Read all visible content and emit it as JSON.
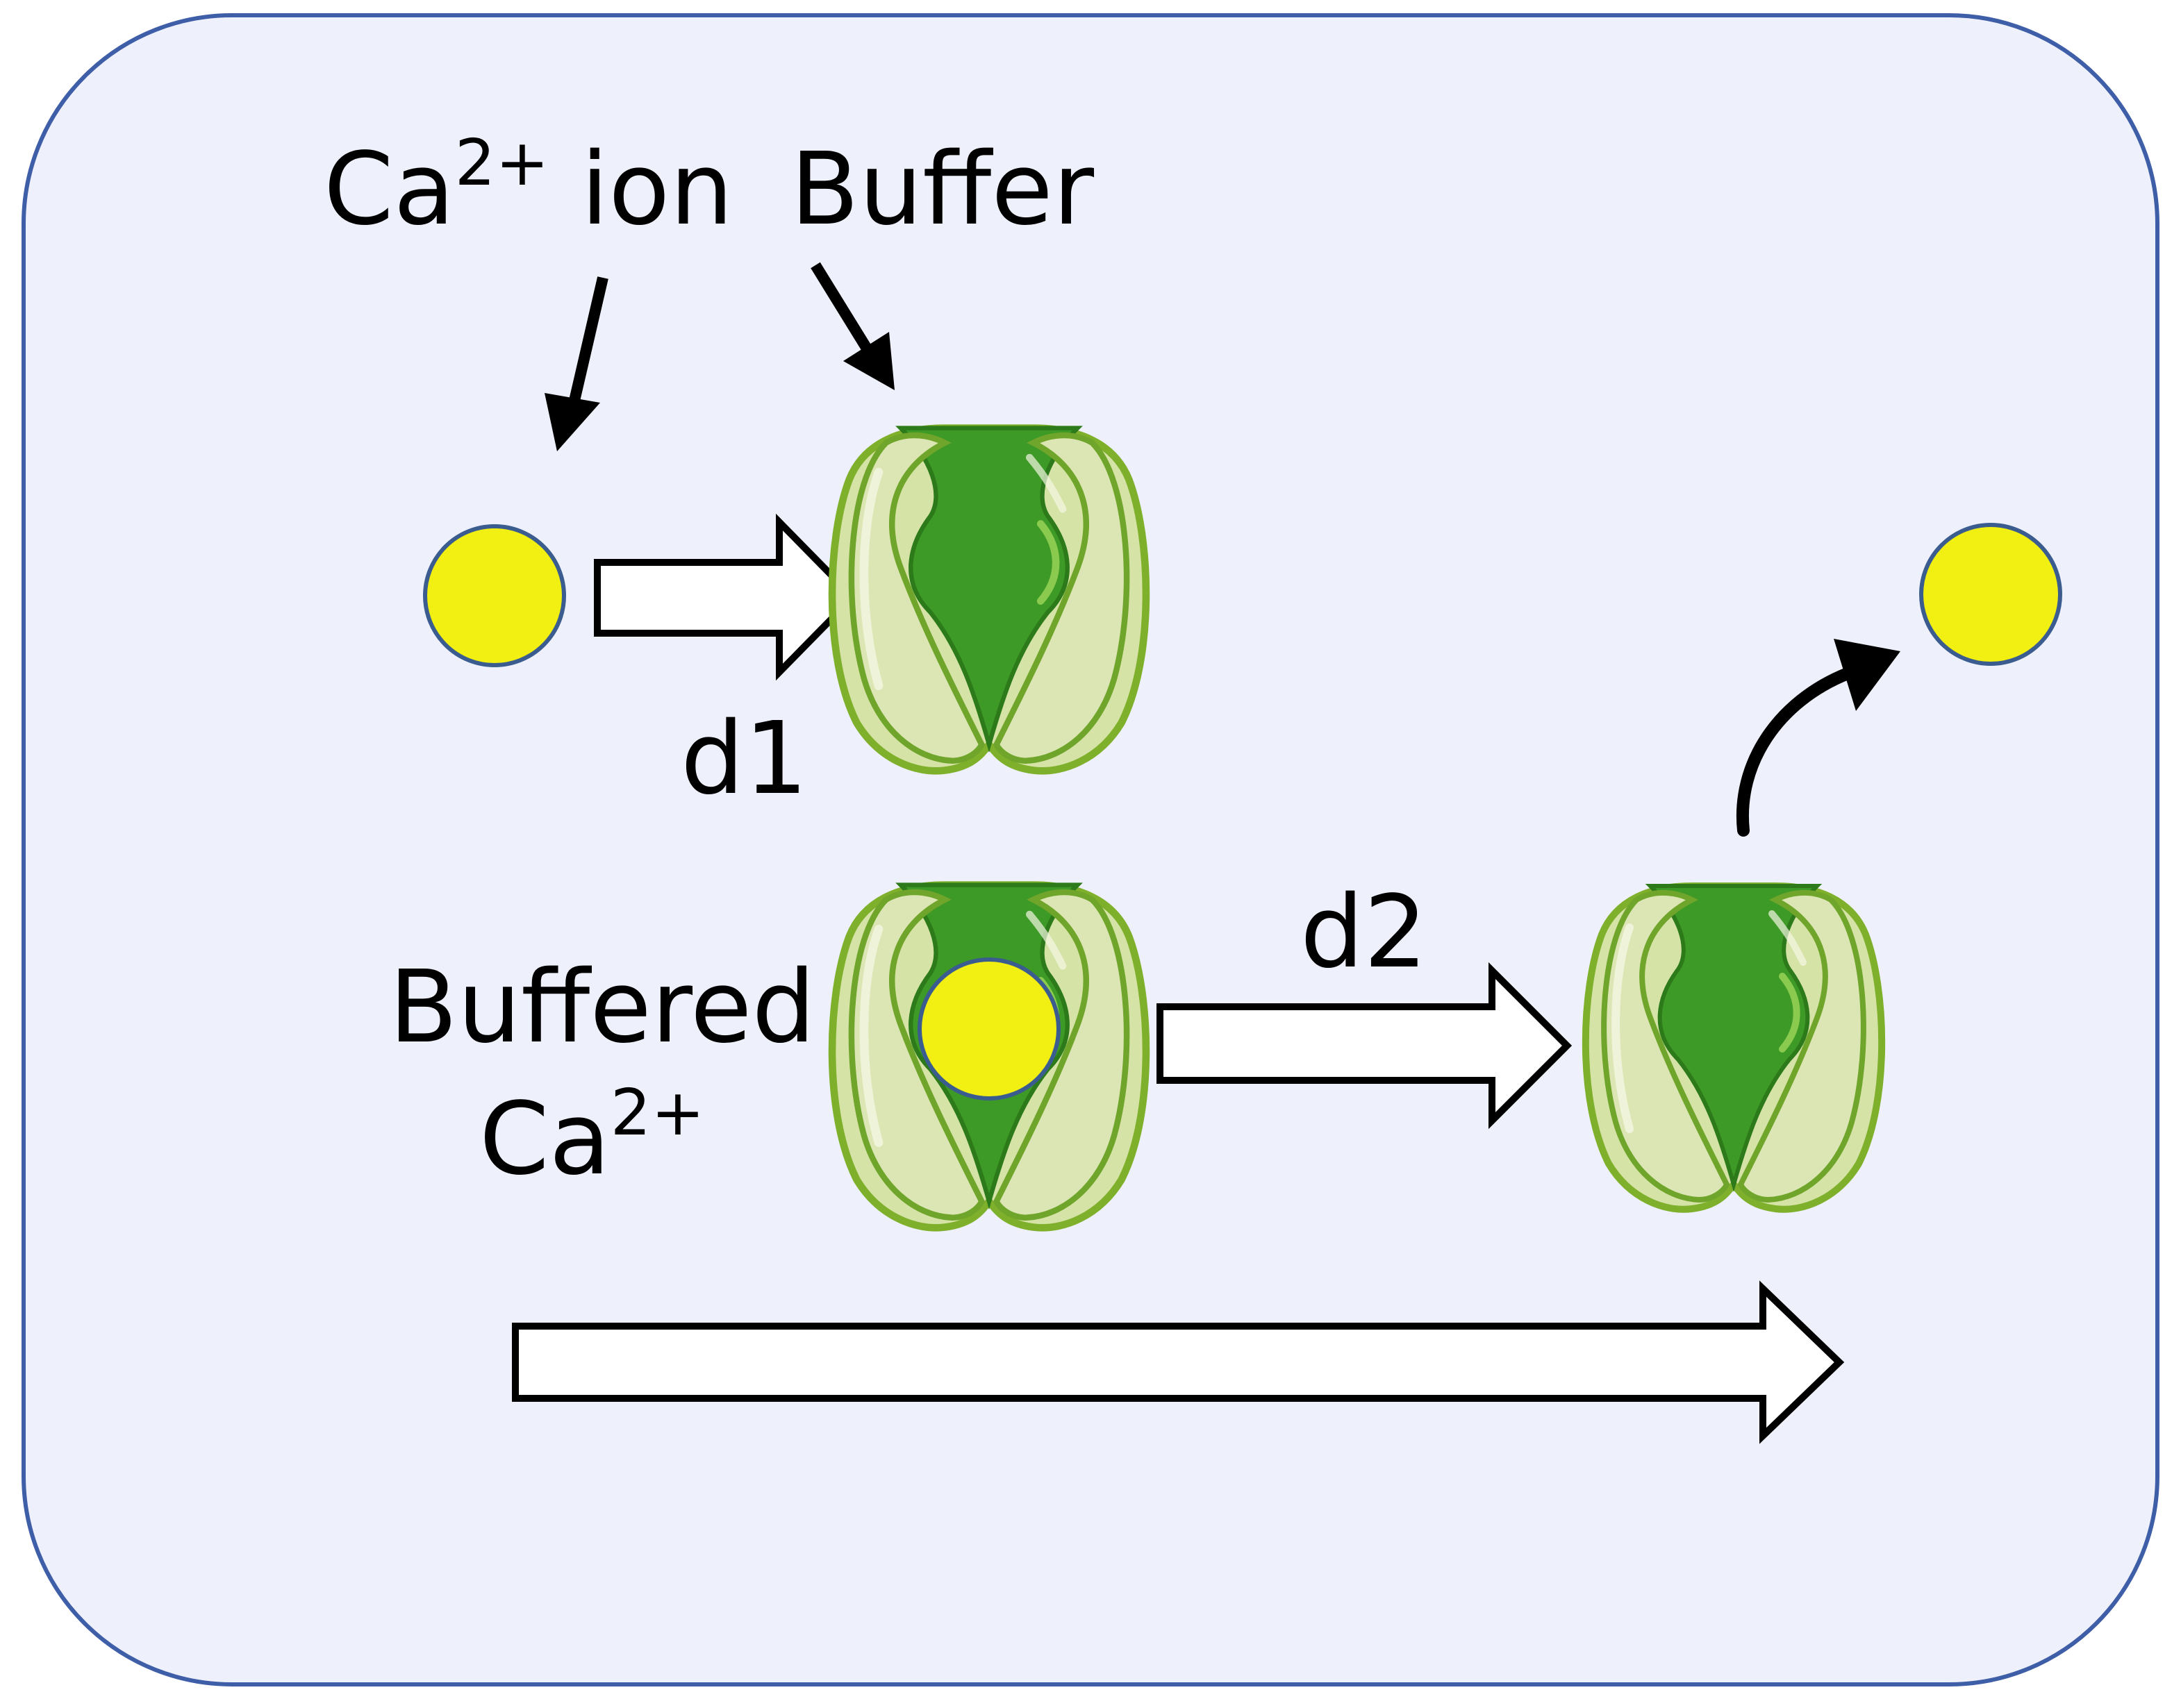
{
  "colors": {
    "panel_fill": "#eef1fb",
    "panel_border": "#3e5ea8",
    "ion_fill": "#f2ef12",
    "ion_border": "#3a5c8f",
    "buffer_shell": "#d6e3a7",
    "buffer_shell_rim": "#7fb02c",
    "buffer_core": "#3e9a26",
    "buffer_core_highlight": "#8acb4f",
    "arrow_fill": "#ffffff",
    "arrow_stroke": "#000000"
  },
  "labels": {
    "ca_ion": {
      "base": "Ca",
      "superscript": "2+",
      "suffix": " ion"
    },
    "buffer": "Buffer",
    "d1": "d1",
    "d2": "d2",
    "buffered_line1": "Buffered",
    "buffered_ca": {
      "base": "Ca",
      "superscript": "2+"
    }
  }
}
